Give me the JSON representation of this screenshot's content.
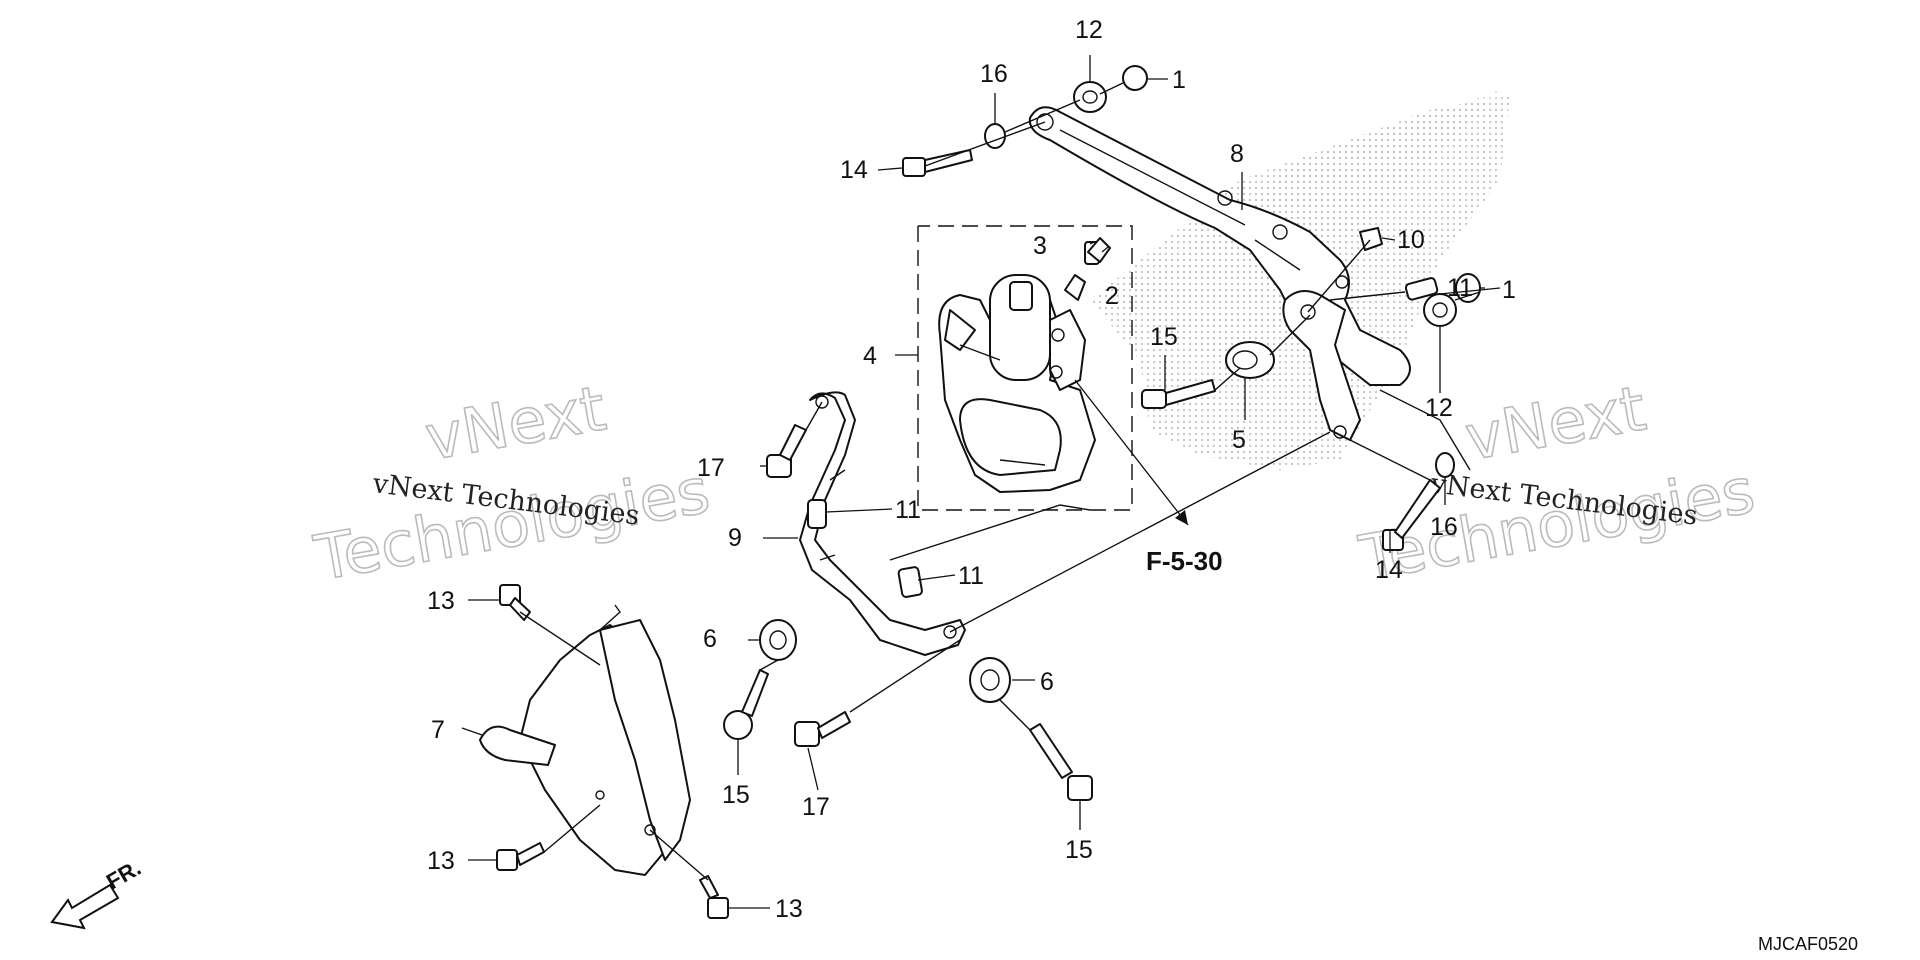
{
  "callouts": [
    {
      "id": "c1a",
      "text": "1"
    },
    {
      "id": "c1b",
      "text": "1"
    },
    {
      "id": "c2",
      "text": "2"
    },
    {
      "id": "c3",
      "text": "3"
    },
    {
      "id": "c4",
      "text": "4"
    },
    {
      "id": "c5",
      "text": "5"
    },
    {
      "id": "c6a",
      "text": "6"
    },
    {
      "id": "c6b",
      "text": "6"
    },
    {
      "id": "c7",
      "text": "7"
    },
    {
      "id": "c8",
      "text": "8"
    },
    {
      "id": "c9",
      "text": "9"
    },
    {
      "id": "c10",
      "text": "10"
    },
    {
      "id": "c11a",
      "text": "11"
    },
    {
      "id": "c11b",
      "text": "11"
    },
    {
      "id": "c11c",
      "text": "11"
    },
    {
      "id": "c12a",
      "text": "12"
    },
    {
      "id": "c12b",
      "text": "12"
    },
    {
      "id": "c13a",
      "text": "13"
    },
    {
      "id": "c13b",
      "text": "13"
    },
    {
      "id": "c13c",
      "text": "13"
    },
    {
      "id": "c14a",
      "text": "14"
    },
    {
      "id": "c14b",
      "text": "14"
    },
    {
      "id": "c15a",
      "text": "15"
    },
    {
      "id": "c15b",
      "text": "15"
    },
    {
      "id": "c15c",
      "text": "15"
    },
    {
      "id": "c16a",
      "text": "16"
    },
    {
      "id": "c16b",
      "text": "16"
    },
    {
      "id": "c17a",
      "text": "17"
    },
    {
      "id": "c17b",
      "text": "17"
    }
  ],
  "reference": "F-5-30",
  "direction_label": "FR.",
  "diagram_code": "MJCAF0520",
  "watermark": {
    "brand_top": "vNext",
    "brand_bottom": "Technologies",
    "brand_full": "vNext Technologies"
  },
  "icons": {
    "front_arrow": "front-direction-arrow-icon"
  }
}
